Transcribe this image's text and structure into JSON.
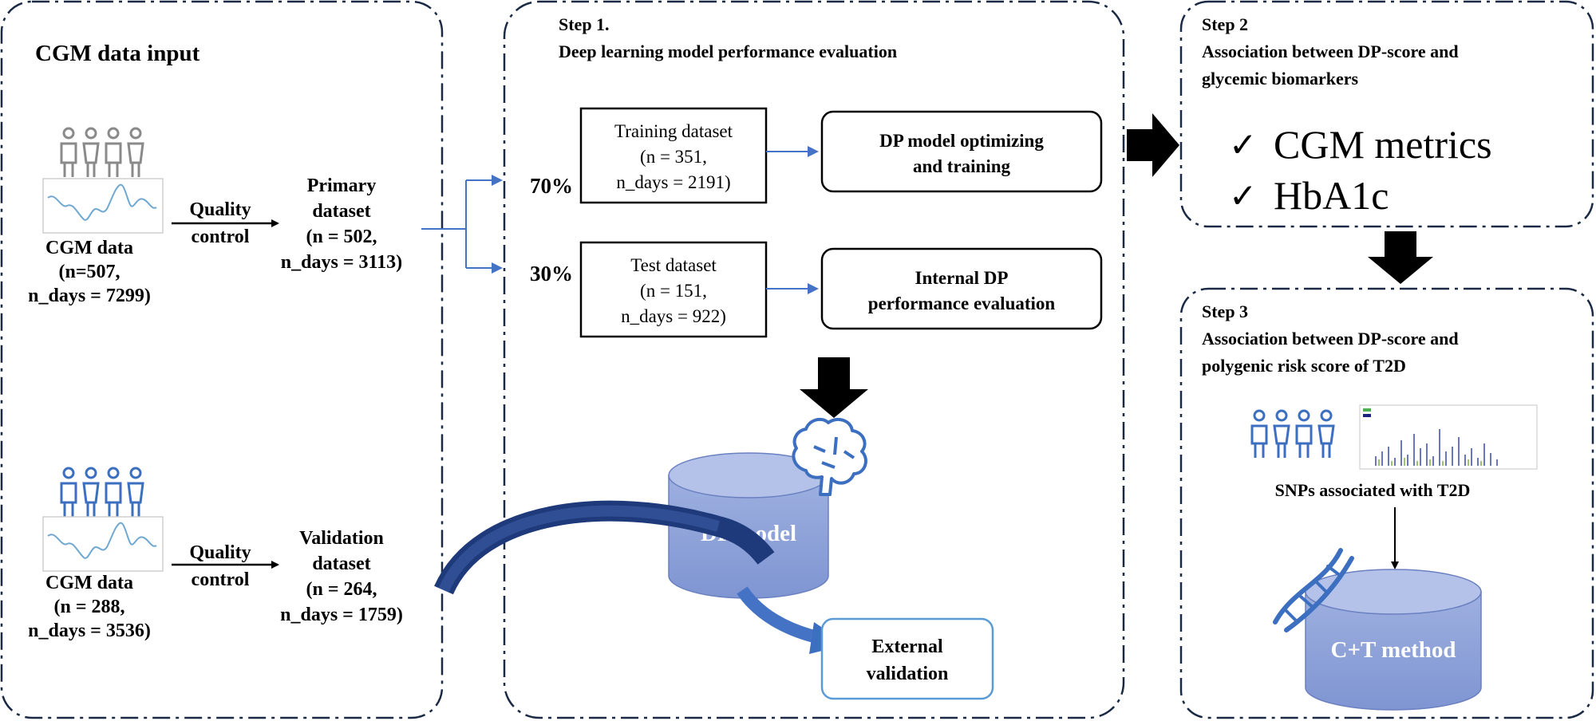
{
  "panels": {
    "input": {
      "title": "CGM data input",
      "primary_source": {
        "line1": "CGM data",
        "line2": "(n=507,",
        "line3": "n_days = 7299)"
      },
      "qc_top": {
        "line1": "Quality",
        "line2": "control"
      },
      "primary_dataset": {
        "line1": "Primary",
        "line2": "dataset",
        "line3": "(n = 502,",
        "line4": "n_days = 3113)"
      },
      "validation_source": {
        "line1": "CGM data",
        "line2": "(n = 288,",
        "line3": "n_days = 3536)"
      },
      "qc_bottom": {
        "line1": "Quality",
        "line2": "control"
      },
      "validation_dataset": {
        "line1": "Validation",
        "line2": "dataset",
        "line3": "(n = 264,",
        "line4": "n_days = 1759)"
      }
    },
    "step1": {
      "title_line1": "Step 1.",
      "title_line2": "Deep learning model performance evaluation",
      "split_train": "70%",
      "split_test": "30%",
      "training_dataset": {
        "line1": "Training dataset",
        "line2": "(n = 351,",
        "line3": "n_days = 2191)"
      },
      "test_dataset": {
        "line1": "Test dataset",
        "line2": "(n = 151,",
        "line3": "n_days = 922)"
      },
      "dp_training": {
        "line1": "DP model optimizing",
        "line2": "and training"
      },
      "internal_eval": {
        "line1": "Internal DP",
        "line2": "performance evaluation"
      },
      "dp_model": "DP model",
      "external_validation": {
        "line1": "External",
        "line2": "validation"
      }
    },
    "step2": {
      "title_line1": "Step 2",
      "title_line2": "Association between DP-score and",
      "title_line3": "glycemic biomarkers",
      "check_mark": "✓",
      "items": [
        "CGM metrics",
        "HbA1c"
      ]
    },
    "step3": {
      "title_line1": "Step 3",
      "title_line2": "Association between DP-score and",
      "title_line3": "polygenic risk score of T2D",
      "snp_label": "SNPs associated with T2D",
      "method": "C+T method"
    }
  },
  "icons": [
    "person-group-icon",
    "cgm-trace-icon",
    "brain-icon",
    "dna-icon",
    "manhattan-plot-icon",
    "database-cylinder-icon"
  ],
  "colors": {
    "border": "#1a2a44",
    "arrow_blue": "#4472c4",
    "cylinder": "#8ea2d8",
    "cylinder_top": "#b4c2ea",
    "people_grey": "#8a8a8a",
    "people_blue": "#3d6fc0",
    "curve_dark": "#1f3a7a"
  }
}
